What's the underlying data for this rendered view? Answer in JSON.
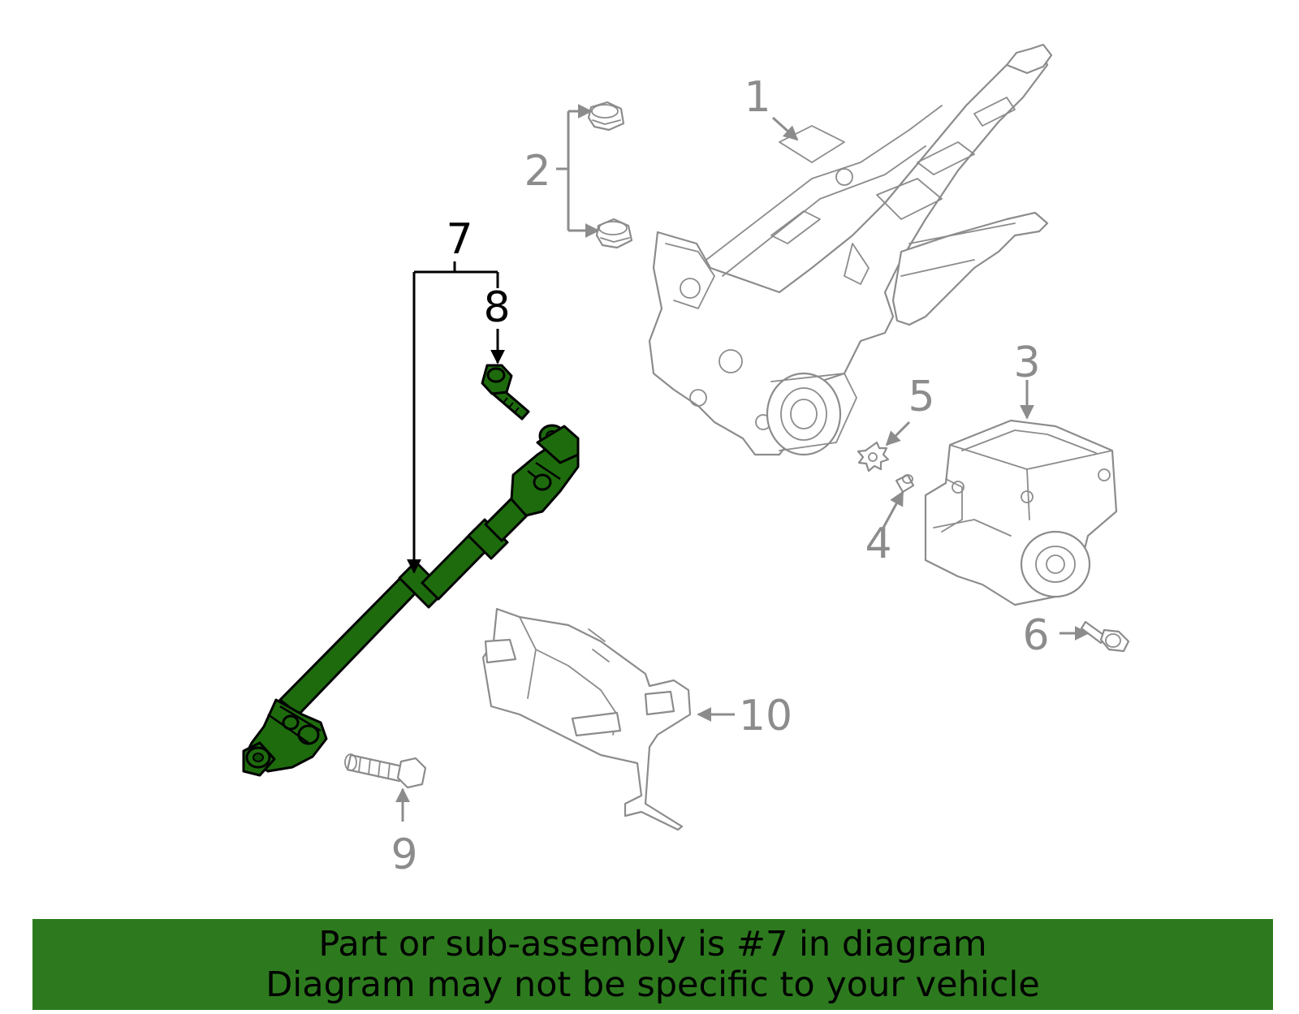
{
  "callouts": {
    "c1": "1",
    "c2": "2",
    "c3": "3",
    "c4": "4",
    "c5": "5",
    "c6": "6",
    "c7": "7",
    "c8": "8",
    "c9": "9",
    "c10": "10"
  },
  "highlighted_part": "7",
  "colors": {
    "highlight_fill": "#1e6b0e",
    "banner_bg": "#2d7a1e",
    "part_outline": "#8c8c8c"
  },
  "banner": {
    "line1": "Part or sub-assembly is #7 in diagram",
    "line2": "Diagram may not be specific to your vehicle"
  }
}
